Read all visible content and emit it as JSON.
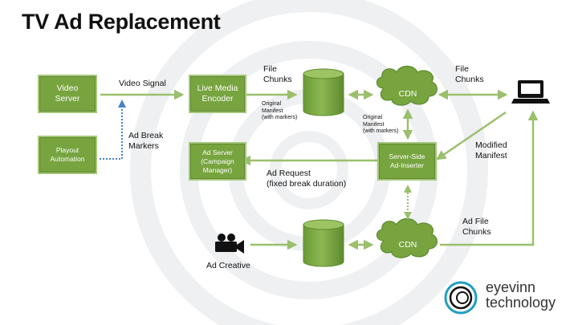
{
  "title": "TV Ad Replacement",
  "nodes": {
    "video_server": "Video\nServer",
    "playout_automation": "Playout\nAutomation",
    "live_media_encoder": "Live Media\nEncoder",
    "ad_server": "Ad Server\n(Campaign\nManager)",
    "ssai": "Server-Side\nAd-Inserter",
    "cdn_top": "CDN",
    "cdn_bottom": "CDN"
  },
  "labels": {
    "video_signal": "Video Signal",
    "ad_break_markers": "Ad Break\nMarkers",
    "file_chunks_left": "File\nChunks",
    "file_chunks_right": "File\nChunks",
    "original_manifest_left": "Original\nManifest\n(with markers)",
    "original_manifest_right": "Original\nManifest\n(with markers)",
    "modified_manifest": "Modified\nManifest",
    "ad_request": "Ad Request\n(fixed break duration)",
    "ad_file_chunks": "Ad File\nChunks",
    "ad_creative": "Ad Creative"
  },
  "brand": {
    "name": "eyevinn\ntechnology"
  },
  "icons": [
    "laptop-icon",
    "video-camera-icon",
    "storage-cylinder-icon",
    "cloud-icon",
    "eyevinn-logo-icon"
  ],
  "colors": {
    "box_fill": "#77a43f",
    "box_border": "#a6c77c",
    "arrow": "#9bbf6c",
    "dotted_arrow": "#4a80c8",
    "background_rings": "#eef0f2",
    "logo_teal": "#1e9fc0"
  }
}
